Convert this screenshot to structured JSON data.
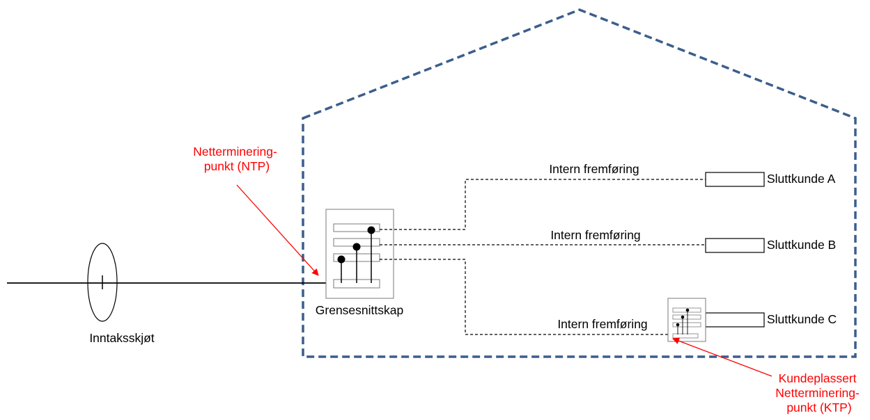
{
  "labels": {
    "ntp": [
      "Netterminering-",
      "punkt (NTP)"
    ],
    "grensesnittskap": "Grensesnittskap",
    "inntaksskjot": "Inntaksskjøt",
    "intern_a": "Intern fremføring",
    "intern_b": "Intern fremføring",
    "intern_c": "Intern fremføring",
    "sluttkunde_a": "Sluttkunde A",
    "sluttkunde_b": "Sluttkunde B",
    "sluttkunde_c": "Sluttkunde C",
    "ktp": [
      "Kundeplassert",
      "Netterminering-",
      "punkt (KTP)"
    ]
  },
  "colors": {
    "building_outline": "#3b5e8c",
    "annotation": "#ff0000",
    "line": "#000000"
  }
}
